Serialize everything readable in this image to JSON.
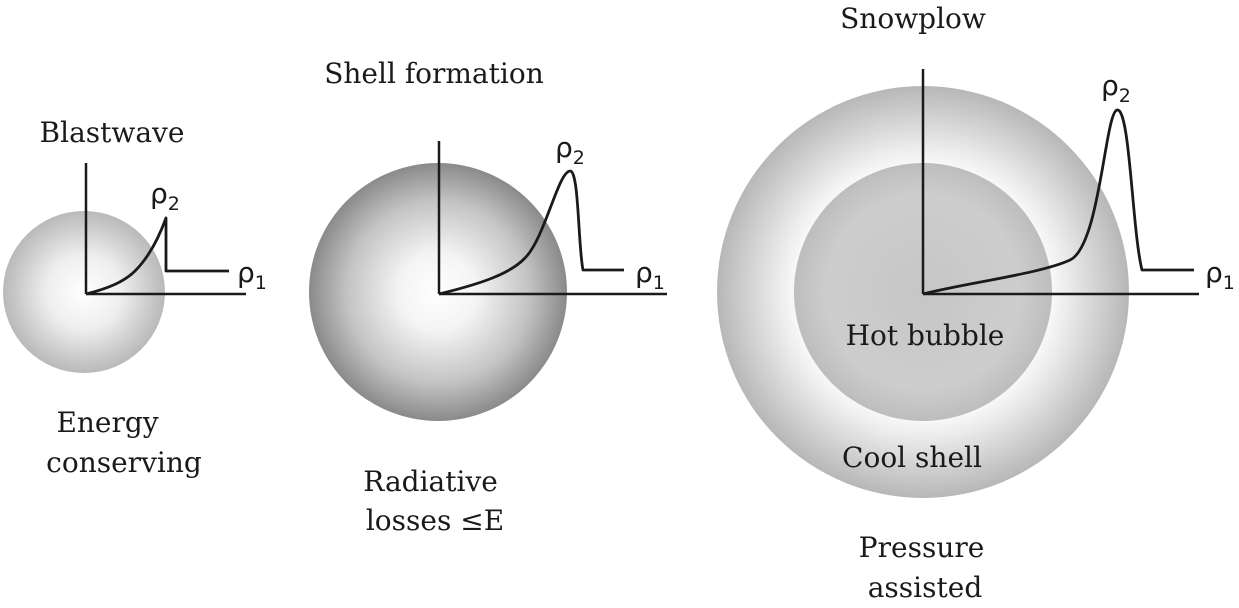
{
  "panels": [
    {
      "id": "blastwave",
      "title": "Blastwave",
      "caption_lines": [
        "Energy",
        "conserving"
      ],
      "density_labels": {
        "peak": "ρ",
        "peak_sub": "2",
        "ambient": "ρ",
        "ambient_sub": "1"
      }
    },
    {
      "id": "shell-formation",
      "title": "Shell formation",
      "caption_lines": [
        "Radiative",
        "losses ≤E"
      ],
      "density_labels": {
        "peak": "ρ",
        "peak_sub": "2",
        "ambient": "ρ",
        "ambient_sub": "1"
      }
    },
    {
      "id": "snowplow",
      "title": "Snowplow",
      "caption_lines": [
        "Pressure",
        "assisted"
      ],
      "region_labels": {
        "inner": "Hot bubble",
        "outer": "Cool shell"
      },
      "density_labels": {
        "peak": "ρ",
        "peak_sub": "2",
        "ambient": "ρ",
        "ambient_sub": "1"
      }
    }
  ],
  "colors": {
    "ink": "#1a1a1a",
    "sphere_light": "#ffffff",
    "sphere_dark": "#8a8a8a"
  }
}
